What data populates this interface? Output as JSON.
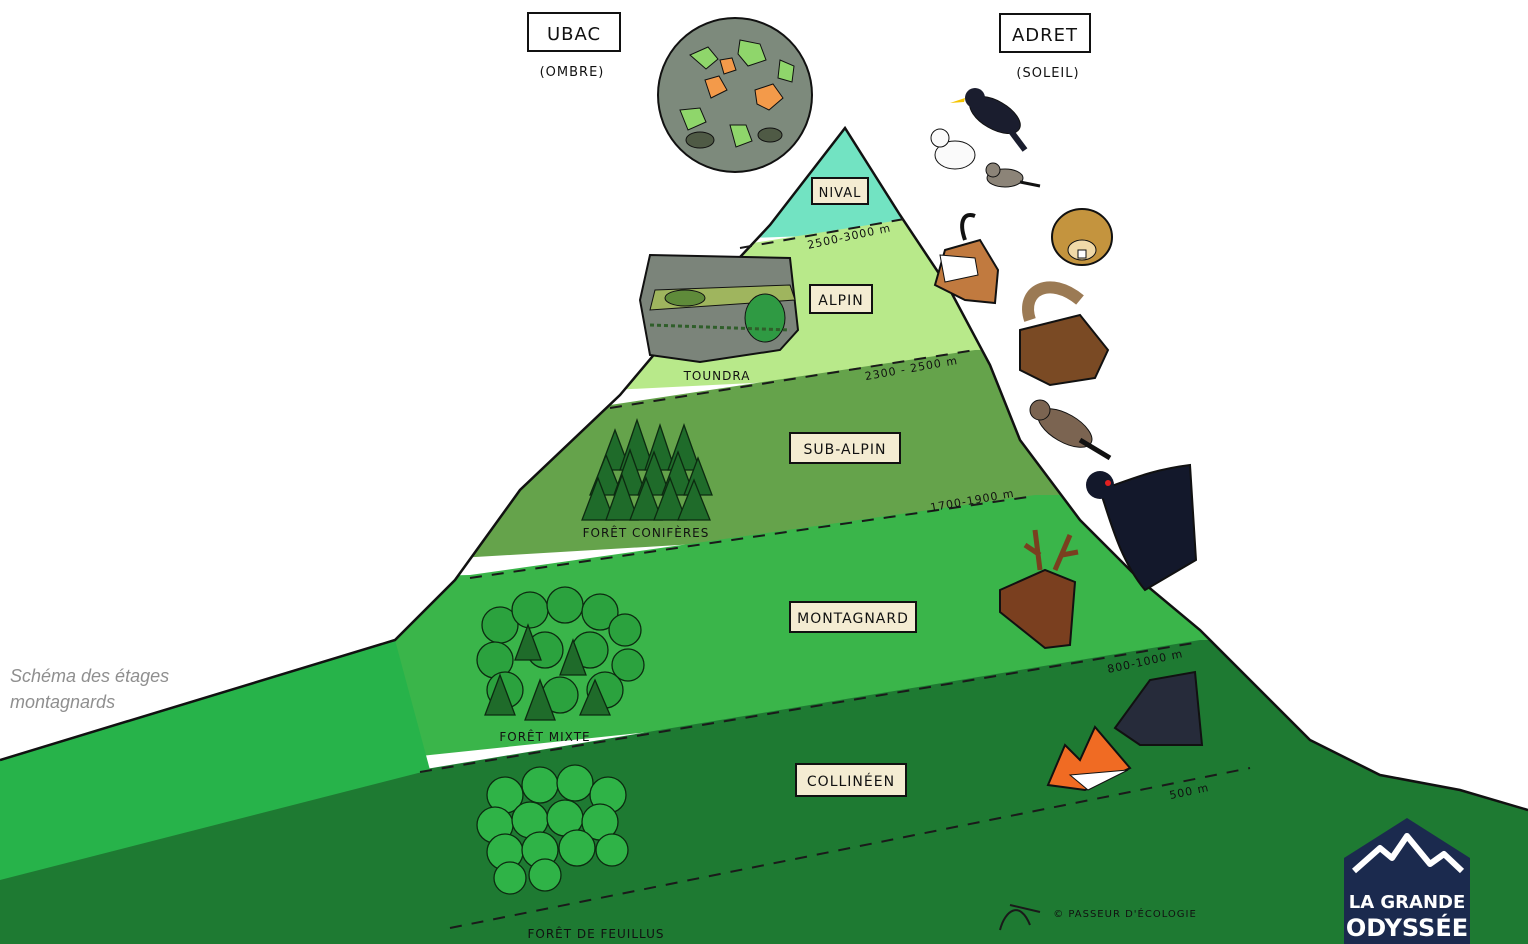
{
  "caption": "Schéma des étages montagnards",
  "header": {
    "ubac_label": "UBAC",
    "ubac_sub": "(OMBRE)",
    "adret_label": "ADRET",
    "adret_sub": "(SOLEIL)"
  },
  "zones": [
    {
      "label": "NIVAL",
      "color": "#72e3c2"
    },
    {
      "label": "ALPIN",
      "color": "#b8e98a"
    },
    {
      "label": "SUB-ALPIN",
      "color": "#65a34b"
    },
    {
      "label": "MONTAGNARD",
      "color": "#3ab54a"
    },
    {
      "label": "COLLINÉEN",
      "color": "#1e7a32"
    }
  ],
  "altitudes": {
    "nival_alpin": "2500-3000 m",
    "alpin_subalpin": "2300 - 2500 m",
    "subalpin_montagnard": "1700-1900 m",
    "montagnard_collineen": "800-1000 m",
    "collineen_base": "500 m"
  },
  "vegetation": {
    "toundra": "TOUNDRA",
    "conifers": "FORÊT CONIFÈRES",
    "mixed": "FORÊT MIXTE",
    "deciduous": "FORÊT DE FEUILLUS"
  },
  "credit": "© PASSEUR D'ÉCOLOGIE",
  "logo": {
    "line1": "LA GRANDE",
    "line2": "ODYSSÉE",
    "color": "#1b2a4e"
  },
  "icons": [
    "lichen-rock-icon",
    "chough-icon",
    "ptarmigan-icon",
    "snowfinch-icon",
    "marmot-icon",
    "chamois-icon",
    "ibex-icon",
    "nutcracker-icon",
    "black-grouse-icon",
    "deer-icon",
    "boar-icon",
    "fox-icon"
  ]
}
